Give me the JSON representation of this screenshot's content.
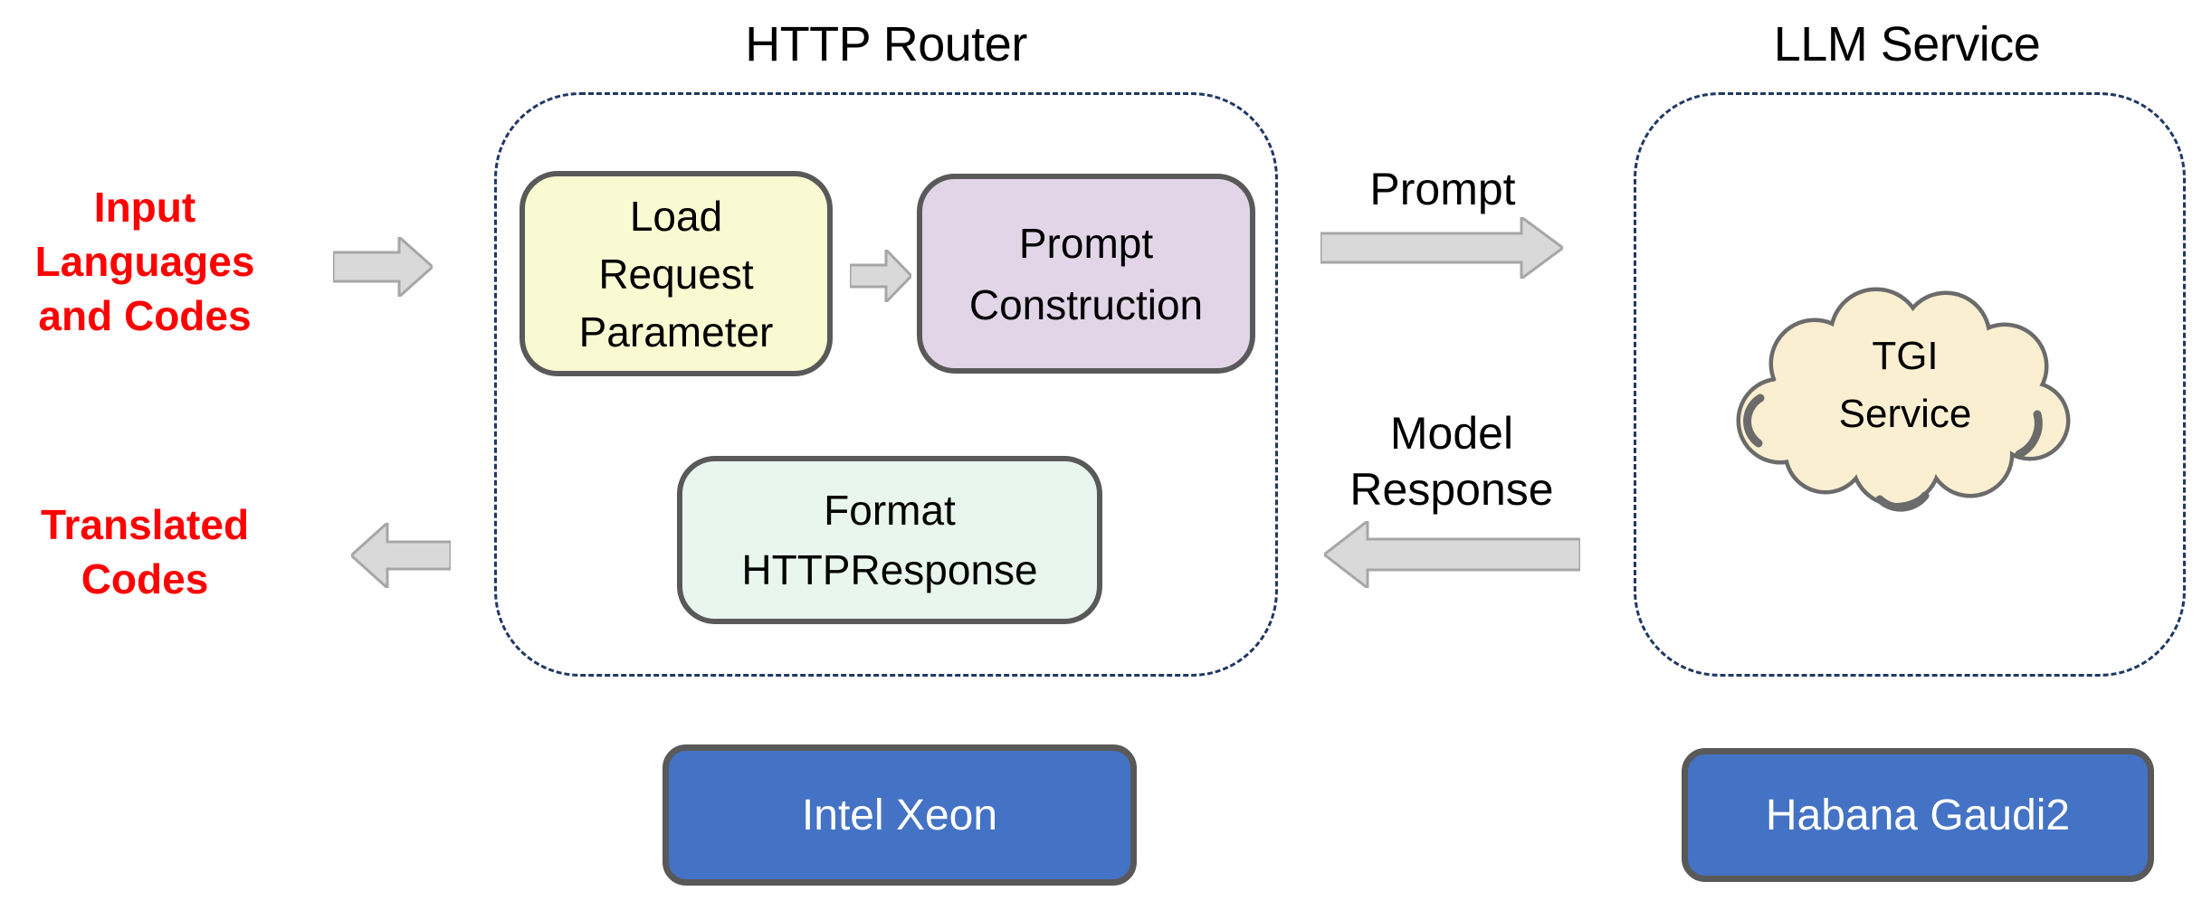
{
  "labels": {
    "input_lines": [
      "Input",
      "Languages",
      "and Codes"
    ],
    "translated_lines": [
      "Translated",
      "Codes"
    ],
    "prompt": "Prompt",
    "model_response_lines": [
      "Model",
      "Response"
    ]
  },
  "http_router": {
    "title": "HTTP Router",
    "load_request_lines": [
      "Load",
      "Request",
      "Parameter"
    ],
    "prompt_construction_lines": [
      "Prompt",
      "Construction"
    ],
    "format_response_lines": [
      "Format",
      "HTTPResponse"
    ],
    "hardware_label": "Intel Xeon"
  },
  "llm_service": {
    "title": "LLM Service",
    "cloud_lines": [
      "TGI",
      "Service"
    ],
    "hardware_label": "Habana Gaudi2"
  },
  "colors": {
    "red_label": "#FF0000",
    "dashed_border": "#1F3864",
    "node_border": "#595959",
    "yellow_fill": "#FAFAD2",
    "purple_fill": "#E1D5E7",
    "mint_fill": "#E9F6EF",
    "blue_fill": "#4472C4",
    "blue_text": "#FFFFFF",
    "cloud_fill": "#FAEFD1",
    "cloud_border": "#6B6B6B",
    "arrow_fill": "#D9D9D9",
    "arrow_border": "#A6A6A6"
  }
}
